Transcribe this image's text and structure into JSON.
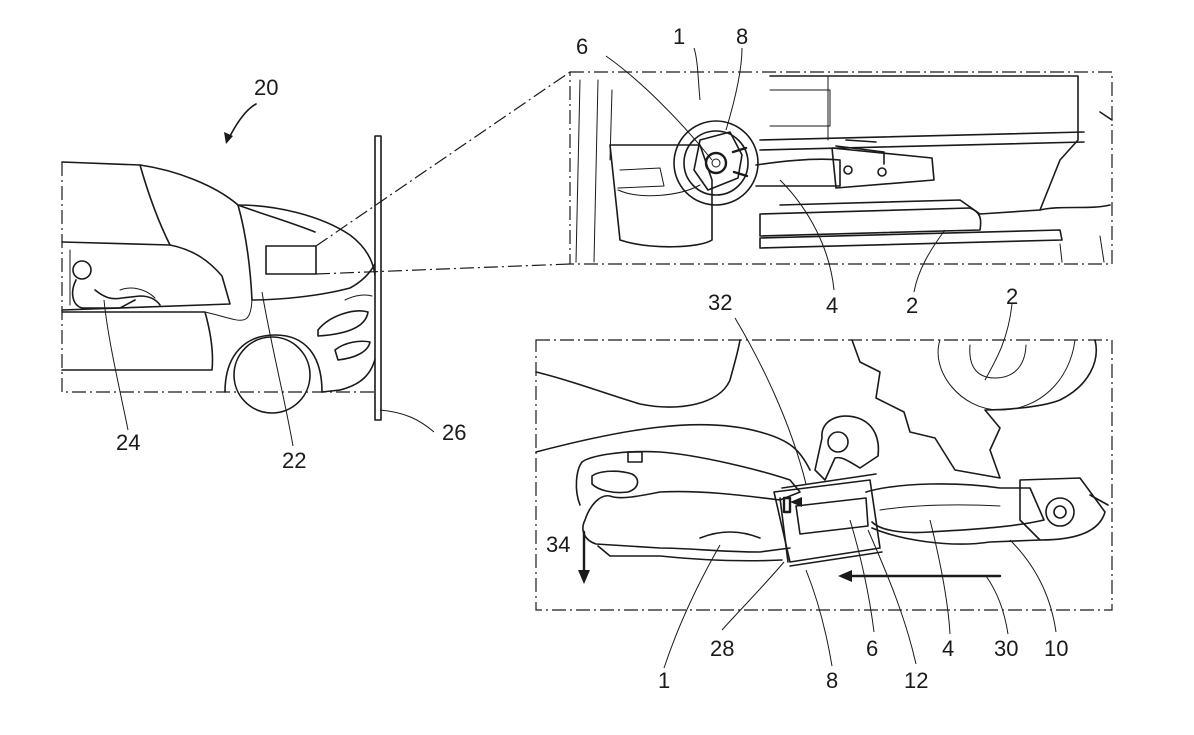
{
  "figure": {
    "labels": {
      "vehicle": "20",
      "hood": "22",
      "occupant": "24",
      "barrier": "26",
      "top_panel": {
        "part_1": "1",
        "part_6": "6",
        "part_8": "8",
        "part_4": "4",
        "part_2": "2"
      },
      "bottom_panel": {
        "part_32": "32",
        "part_2": "2",
        "part_34": "34",
        "part_28": "28",
        "part_1": "1",
        "part_8": "8",
        "part_6": "6",
        "part_12": "12",
        "part_4": "4",
        "part_30": "30",
        "part_10": "10"
      }
    }
  }
}
